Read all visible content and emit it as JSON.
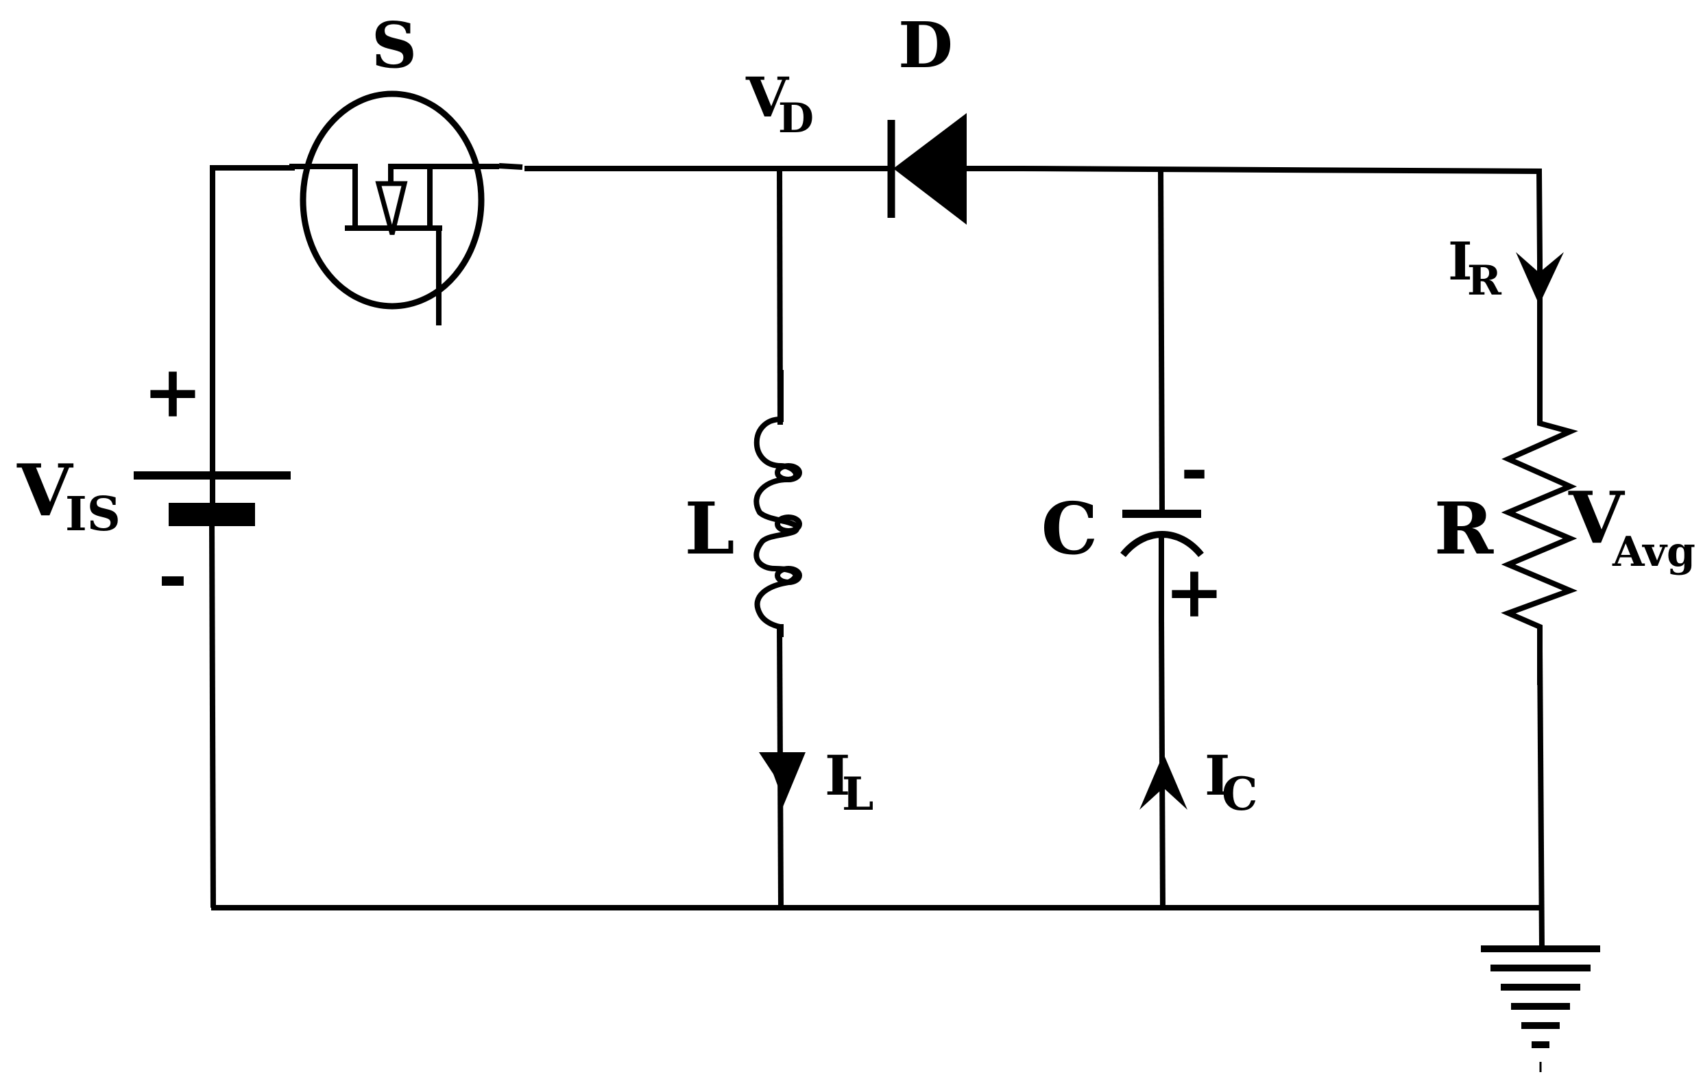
{
  "labels": {
    "switch": "S",
    "diode": "D",
    "diode_voltage_main": "V",
    "diode_voltage_sub": "D",
    "source_voltage_main": "V",
    "source_voltage_sub": "IS",
    "source_plus": "+",
    "source_minus": "-",
    "inductor": "L",
    "inductor_current_main": "I",
    "inductor_current_sub": "L",
    "capacitor": "C",
    "capacitor_minus": "-",
    "capacitor_plus": "+",
    "capacitor_current_main": "I",
    "capacitor_current_sub": "C",
    "resistor": "R",
    "resistor_current_main": "I",
    "resistor_current_sub": "R",
    "output_voltage_main": "V",
    "output_voltage_sub": "Avg"
  }
}
